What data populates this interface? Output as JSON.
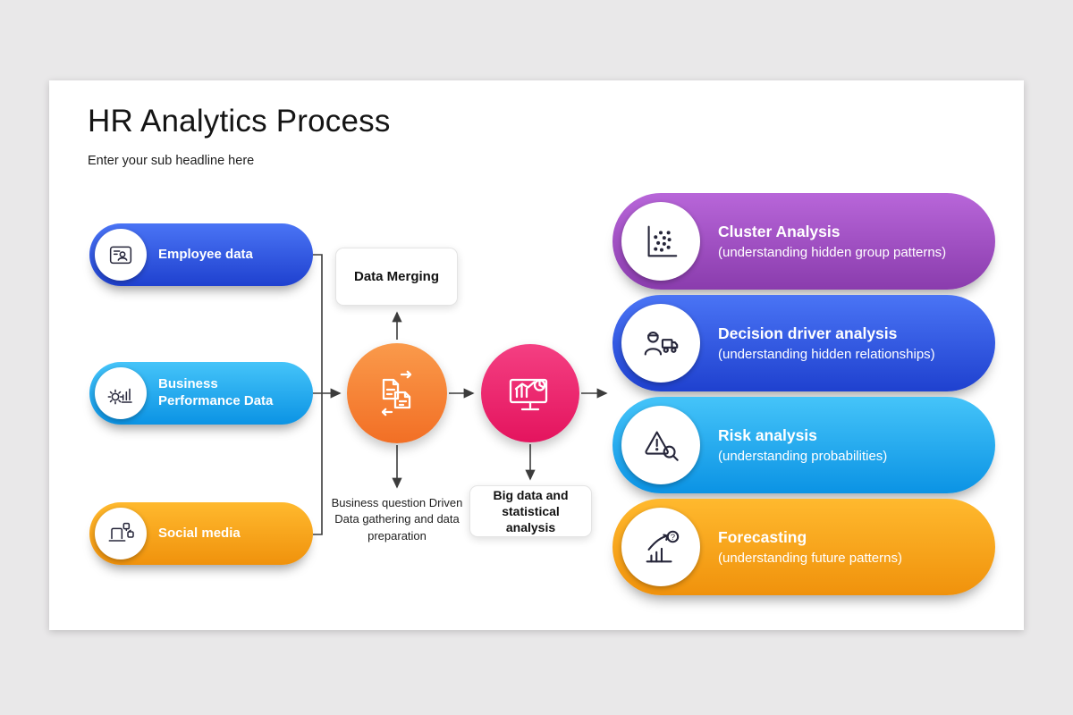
{
  "header": {
    "title": "HR Analytics Process",
    "subtitle": "Enter your sub headline here"
  },
  "sources": [
    {
      "label": "Employee data",
      "icon": "employee-card-icon",
      "color_top": "#4a74f5",
      "color_bottom": "#1f41cf"
    },
    {
      "label": "Business Performance Data",
      "icon": "gear-chart-icon",
      "color_top": "#45c4f9",
      "color_bottom": "#0b93e4"
    },
    {
      "label": "Social media",
      "icon": "social-share-icon",
      "color_top": "#ffb92e",
      "color_bottom": "#f0920c"
    }
  ],
  "process": {
    "merge_step": {
      "label": "Data Merging",
      "icon": "merge-documents-icon",
      "color_top": "#fa9a4b",
      "color_bottom": "#f26f25",
      "caption": "Business question Driven Data gathering and data preparation"
    },
    "analysis_step": {
      "label": "Big data and statistical analysis",
      "icon": "analytics-monitor-icon",
      "color_top": "#f43f82",
      "color_bottom": "#e4145e"
    }
  },
  "outputs": [
    {
      "title": "Cluster Analysis",
      "subtitle": "(understanding hidden group patterns)",
      "icon": "scatter-plot-icon",
      "color_top": "#b866d9",
      "color_bottom": "#8a3cad"
    },
    {
      "title": "Decision driver analysis",
      "subtitle": "(understanding hidden relationships)",
      "icon": "driver-truck-icon",
      "color_top": "#4a74f5",
      "color_bottom": "#1f41cf"
    },
    {
      "title": "Risk analysis",
      "subtitle": "(understanding probabilities)",
      "icon": "warning-magnifier-icon",
      "color_top": "#45c4f9",
      "color_bottom": "#0b93e4"
    },
    {
      "title": "Forecasting",
      "subtitle": "(understanding future patterns)",
      "icon": "forecast-chart-icon",
      "color_top": "#ffb92e",
      "color_bottom": "#f0920c"
    }
  ]
}
